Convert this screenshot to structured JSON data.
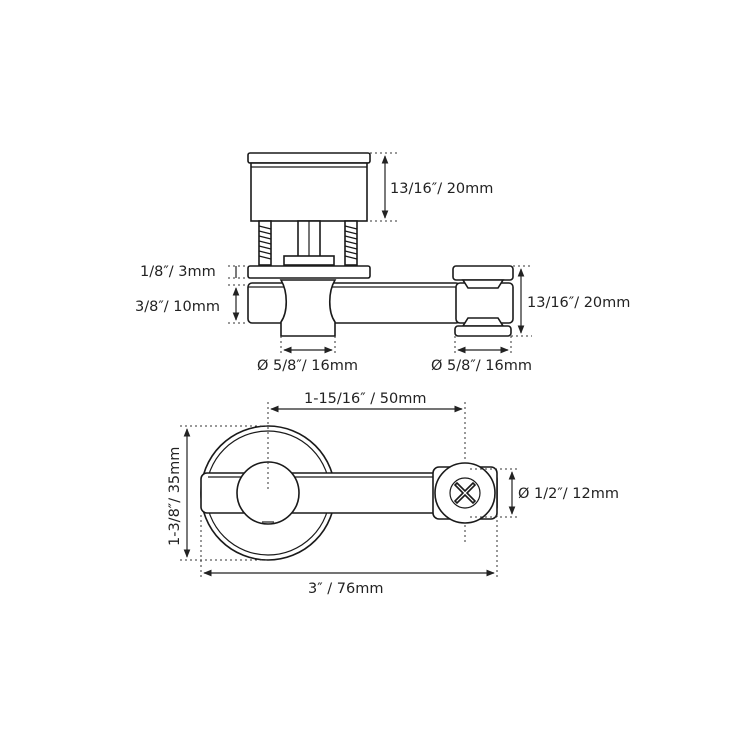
{
  "dimensions": {
    "side_cap_height": "13/16″/ 20mm",
    "plate_thickness": "1/8″/ 3mm",
    "bar_height": "3/8″/ 10mm",
    "side_right_height": "13/16″/ 20mm",
    "left_post_diameter": "Ø 5/8″/ 16mm",
    "right_post_diameter": "Ø 5/8″/ 16mm",
    "center_distance": "1-15/16″ / 50mm",
    "overall_height": "1-3/8″/ 35mm",
    "screw_diameter": "Ø 1/2″/ 12mm",
    "overall_width": "3″ / 76mm"
  },
  "colors": {
    "line": "#1a1a1a",
    "background": "#ffffff"
  }
}
